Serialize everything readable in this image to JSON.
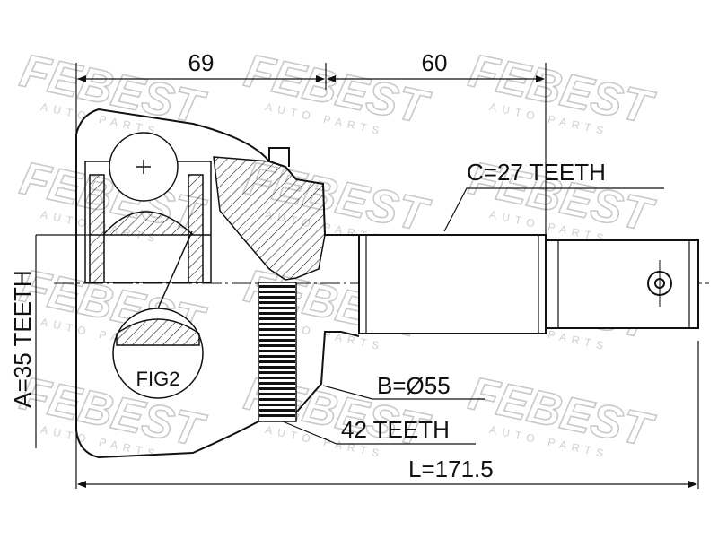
{
  "watermark": {
    "brand": "FEBEST",
    "sub": "AUTO PARTS"
  },
  "dimensions": {
    "top_left": "69",
    "top_right": "60",
    "total_length": "L=171.5"
  },
  "callouts": {
    "c_teeth": "C=27 TEETH",
    "b_diameter": "B=Ø55",
    "abs_teeth": "42 TEETH",
    "a_teeth": "A=35 TEETH",
    "fig": "FIG2"
  },
  "colors": {
    "line": "#111111",
    "watermark": "#c9c9c9",
    "background": "#ffffff"
  }
}
